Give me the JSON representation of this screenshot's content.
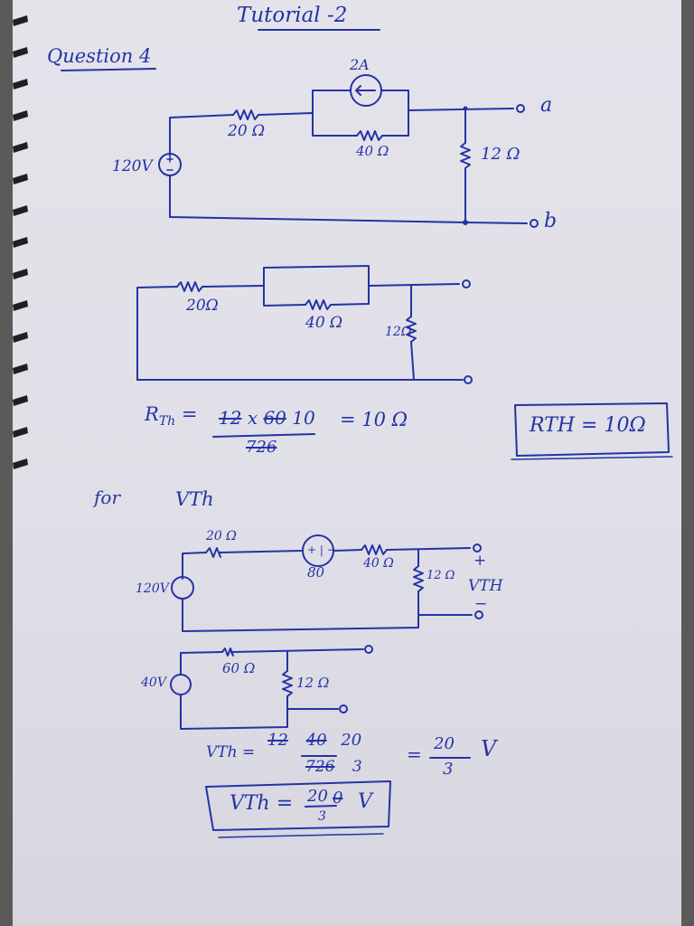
{
  "title": "Tutorial -2",
  "question": "Question 4",
  "circuit1": {
    "current_source": "2A",
    "r1": "20 Ω",
    "r2": "40 Ω",
    "r3": "12 Ω",
    "source": "120V",
    "terminal_a": "a",
    "terminal_b": "b"
  },
  "circuit2": {
    "r1": "20Ω",
    "r2": "40 Ω",
    "r3": "12Ω"
  },
  "rth_calc": {
    "lhs": "R",
    "sub": "Th",
    "eq": "=",
    "num_struck_1": "12",
    "times": "x",
    "num_struck_2": "60",
    "num_result": "10",
    "den_struck": "72",
    "den_result": "6",
    "result": "= 10 Ω"
  },
  "rth_box": "RTH = 10Ω",
  "for_label": "for",
  "vth_label": "VTh",
  "circuit3": {
    "r1": "20 Ω",
    "dep_source": "+ | −",
    "dep_value": "80",
    "r2": "40 Ω",
    "r3": "12 Ω",
    "source": "120V",
    "plus": "+",
    "vth": "VTH",
    "minus": "−"
  },
  "circuit4": {
    "source": "40V",
    "r1": "60 Ω",
    "r2": "12 Ω"
  },
  "vth_calc": {
    "lhs": "VTh =",
    "num_struck_1": "12",
    "num_struck_2": "40",
    "num_result": "20",
    "den_struck": "72",
    "den_result": "6",
    "den_final": "3",
    "eq": "=",
    "frac_num": "20",
    "frac_den": "3",
    "unit": "V"
  },
  "vth_box": {
    "lhs": "VTh =",
    "num": "20",
    "den": "3",
    "struck": "0",
    "unit": "V"
  },
  "colors": {
    "ink": "#2433a6",
    "paper": "#e2e1e8"
  }
}
